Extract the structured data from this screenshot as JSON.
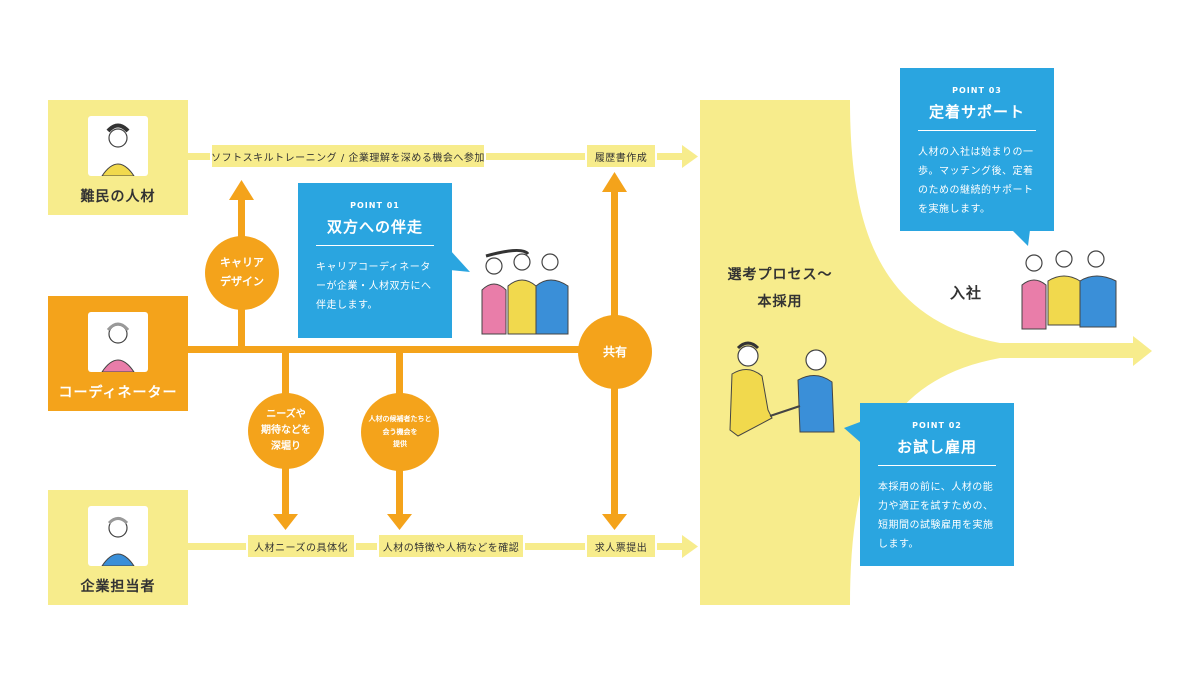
{
  "actors": {
    "refugee": {
      "label": "難民の人材"
    },
    "coordinator": {
      "label": "コーディネーター"
    },
    "company": {
      "label": "企業担当者"
    }
  },
  "top_flow": {
    "step1": "ソフトスキルトレーニング / 企業理解を深める機会へ参加",
    "step2": "履歴書作成"
  },
  "bottom_flow": {
    "step1": "人材ニーズの具体化",
    "step2": "人材の特徴や人柄などを確認",
    "step3": "求人票提出"
  },
  "nodes": {
    "career_design": "キャリア\nデザイン",
    "needs": "ニーズや\n期待などを\n深堀り",
    "meet": "人材の候補者たちと\n会う機会を\n提供",
    "share": "共有"
  },
  "funnel": {
    "label": "選考プロセス～\n本採用"
  },
  "outcome": {
    "label": "入社"
  },
  "points": [
    {
      "number": "POINT 01",
      "title": "双方への伴走",
      "body": "キャリアコーディネーターが企業・人材双方にへ伴走します。"
    },
    {
      "number": "POINT 02",
      "title": "お試し雇用",
      "body": "本採用の前に、人材の能力や適正を試すための、短期間の試験雇用を実施します。"
    },
    {
      "number": "POINT 03",
      "title": "定着サポート",
      "body": "人材の入社は始まりの一歩。マッチング後、定着のための継続的サポートを実施します。"
    }
  ],
  "colors": {
    "yellow": "#f7ec8c",
    "orange": "#f4a31b",
    "blue": "#2aa5e0"
  },
  "icons": [
    "person-portrait-icon",
    "handshake-illustration-icon",
    "team-illustration-icon"
  ]
}
